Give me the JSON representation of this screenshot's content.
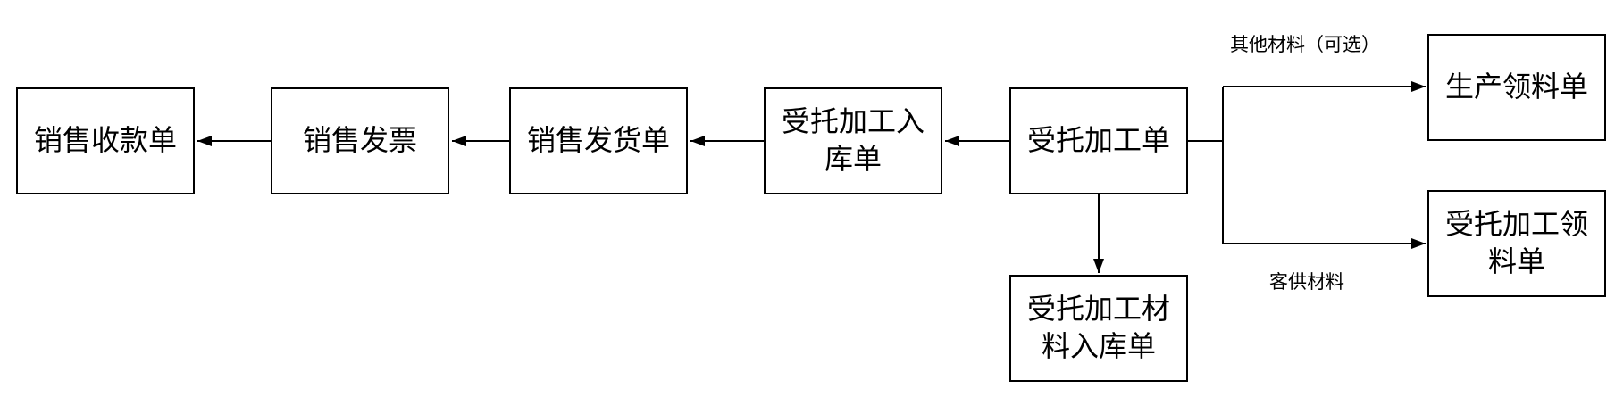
{
  "page": {
    "background_color": "#ffffff",
    "line_color": "#000000"
  },
  "diagram": {
    "type": "flowchart",
    "boxes": [
      {
        "id": "sales-receipt",
        "label": "销售收款单"
      },
      {
        "id": "sales-invoice",
        "label": "销售发票"
      },
      {
        "id": "sales-delivery-note",
        "label": "销售发货单"
      },
      {
        "id": "consigned-process-inbound",
        "label": "受托加工入\n库单"
      },
      {
        "id": "consigned-process-order",
        "label": "受托加工单"
      },
      {
        "id": "production-picking-list",
        "label": "生产领料单"
      },
      {
        "id": "consigned-picking-list",
        "label": "受托加工领\n料单"
      },
      {
        "id": "consigned-material-inbound",
        "label": "受托加工材\n料入库单"
      }
    ],
    "annotations": [
      {
        "id": "other-materials-optional",
        "text": "其他材料（可选）"
      },
      {
        "id": "customer-supplied-materials",
        "text": "客供材料"
      }
    ],
    "flows": [
      "受托加工单 → 受托加工入库单 → 销售发货单 → 销售发票 → 销售收款单",
      "受托加工单 → 生产领料单 (其他材料（可选）)",
      "受托加工单 → 受托加工领料单 (客供材料)",
      "受托加工单 → 受托加工材料入库单"
    ]
  }
}
